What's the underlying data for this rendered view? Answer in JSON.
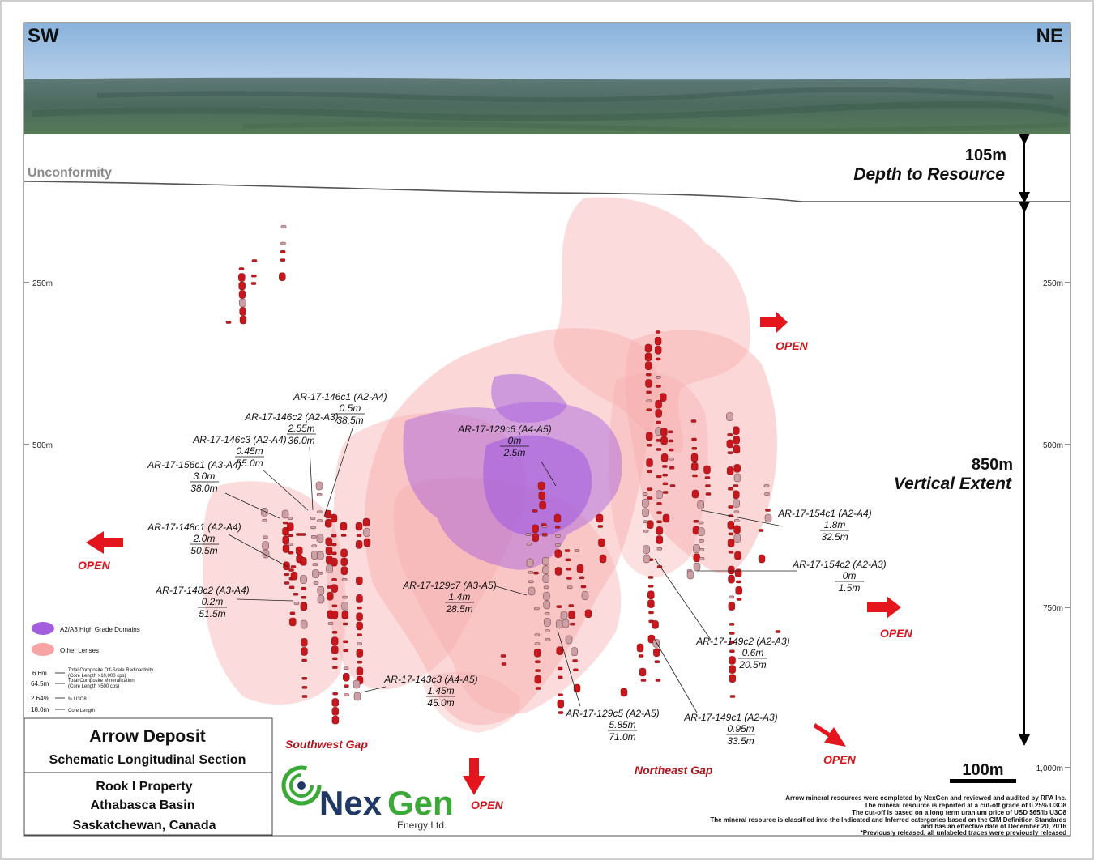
{
  "section": {
    "direction_left": "SW",
    "direction_right": "NE",
    "unconformity": "Unconformity",
    "depth_to_resource_value": "105m",
    "depth_to_resource_label": "Depth to Resource",
    "vertical_extent_value": "850m",
    "vertical_extent_label": "Vertical Extent",
    "depth_ticks": [
      "250m",
      "500m",
      "750m",
      "1,000m"
    ]
  },
  "open_label": "OPEN",
  "gaps": {
    "southwest": "Southwest Gap",
    "northeast": "Northeast Gap"
  },
  "holes": [
    {
      "name": "AR-17-146c1 (A2-A4)",
      "top": "0.5m",
      "bottom": "38.5m"
    },
    {
      "name": "AR-17-146c2 (A2-A3)",
      "top": "2.55m",
      "bottom": "36.0m"
    },
    {
      "name": "AR-17-146c3 (A2-A4)",
      "top": "0.45m",
      "bottom": "55.0m"
    },
    {
      "name": "AR-17-156c1 (A3-A4)",
      "top": "3.0m",
      "bottom": "38.0m"
    },
    {
      "name": "AR-17-148c1 (A2-A4)",
      "top": "2.0m",
      "bottom": "50.5m"
    },
    {
      "name": "AR-17-148c2 (A3-A4)",
      "top": "0.2m",
      "bottom": "51.5m"
    },
    {
      "name": "AR-17-129c6 (A4-A5)",
      "top": "0m",
      "bottom": "2.5m"
    },
    {
      "name": "AR-17-129c7 (A3-A5)",
      "top": "1.4m",
      "bottom": "28.5m"
    },
    {
      "name": "AR-17-143c3 (A4-A5)",
      "top": "1.45m",
      "bottom": "45.0m"
    },
    {
      "name": "AR-17-129c5 (A2-A5)",
      "top": "5.85m",
      "bottom": "71.0m"
    },
    {
      "name": "AR-17-154c1 (A2-A4)",
      "top": "1.8m",
      "bottom": "32.5m"
    },
    {
      "name": "AR-17-154c2 (A2-A3)",
      "top": "0m",
      "bottom": "1.5m"
    },
    {
      "name": "AR-17-149c2 (A2-A3)",
      "top": "0.6m",
      "bottom": "20.5m"
    },
    {
      "name": "AR-17-149c1 (A2-A3)",
      "top": "0.95m",
      "bottom": "33.5m"
    }
  ],
  "legend": {
    "high_grade": "A2/A3 High Grade Domains",
    "other_lenses": "Other Lenses",
    "key": [
      {
        "value": "6.6m",
        "line1": "Total Composite Off-Scale Radioactivity",
        "line2": "(Core Length >10,000 cps)"
      },
      {
        "value": "64.5m",
        "line1": "Total Composite Mineralization",
        "line2": "(Core Length >500 cps)"
      },
      {
        "value": "2.64%",
        "line1": "% U3O8",
        "line2": ""
      },
      {
        "value": "18.0m",
        "line1": "Core Length",
        "line2": ""
      }
    ]
  },
  "title_block": {
    "title": "Arrow Deposit",
    "subtitle": "Schematic Longitudinal Section",
    "line1": "Rook I Property",
    "line2": "Athabasca Basin",
    "line3": "Saskatchewan, Canada"
  },
  "logo": {
    "name1": "Nex",
    "name2": "Gen",
    "tagline": "Energy Ltd."
  },
  "scale_bar": "100m",
  "notes": [
    "Arrow mineral resources were completed by NexGen and reviewed and audited by RPA Inc.",
    "The mineral resource is reported at a cut-off grade of 0.25% U3O8",
    "The cut-off is based on a long term uranium price of USD $65/lb U3O8",
    "The mineral resource is classified into the Indicated and Inferred catergories based on the CIM Definition Standards",
    "and has an effective date of December 20, 2016",
    "*Previously released, all unlabeled traces were previously released"
  ],
  "colors": {
    "high_grade": "#a35ee0",
    "other_lenses": "#f8b4b4",
    "trace_red": "#c8161d",
    "trace_pale": "#c9a0a6",
    "open_arrow": "#e4151c"
  }
}
